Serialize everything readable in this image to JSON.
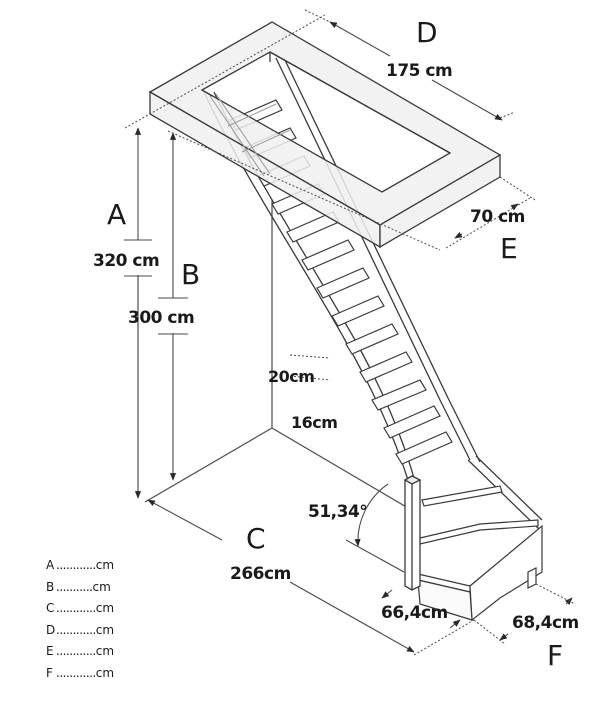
{
  "diagram": {
    "subject": "Space-saving staircase with quarter-turn winders, isometric dimension drawing",
    "colors": {
      "line": "#3a3a3a",
      "floor_fill": "#f0f0f0",
      "text": "#1a1a1a",
      "ghost": "#9a9a9a"
    },
    "dimensions": {
      "A": {
        "letter": "A",
        "value": "320",
        "unit": "cm",
        "text": "320 cm",
        "meaning": "floor-to-floor height"
      },
      "B": {
        "letter": "B",
        "value": "300",
        "unit": "cm",
        "text": "300 cm",
        "meaning": "floor-to-ceiling height"
      },
      "C": {
        "letter": "C",
        "value": "266",
        "unit": "cm",
        "text": "266cm",
        "meaning": "stair run length"
      },
      "D": {
        "letter": "D",
        "value": "175",
        "unit": "cm",
        "text": "175 cm",
        "meaning": "stairwell opening length"
      },
      "E": {
        "letter": "E",
        "value": "70",
        "unit": "cm",
        "text": "70 cm",
        "meaning": "stairwell opening width"
      },
      "F": {
        "letter": "F",
        "value": "68,4",
        "unit": "cm",
        "text": "68,4cm",
        "meaning": "winder section depth"
      }
    },
    "extra_annotations": {
      "step_rise": "20cm",
      "tread_depth": "16cm",
      "angle": "51,34°",
      "bottom_width": "66,4cm"
    },
    "legend": {
      "rows": [
        {
          "key": "A",
          "dots": "............",
          "unit": "cm"
        },
        {
          "key": "B",
          "dots": "...........",
          "unit": "cm"
        },
        {
          "key": "C",
          "dots": "............",
          "unit": "cm"
        },
        {
          "key": "D",
          "dots": "............",
          "unit": "cm"
        },
        {
          "key": "E",
          "dots": "............",
          "unit": "cm"
        },
        {
          "key": "F",
          "dots": "............",
          "unit": "cm"
        }
      ]
    }
  }
}
